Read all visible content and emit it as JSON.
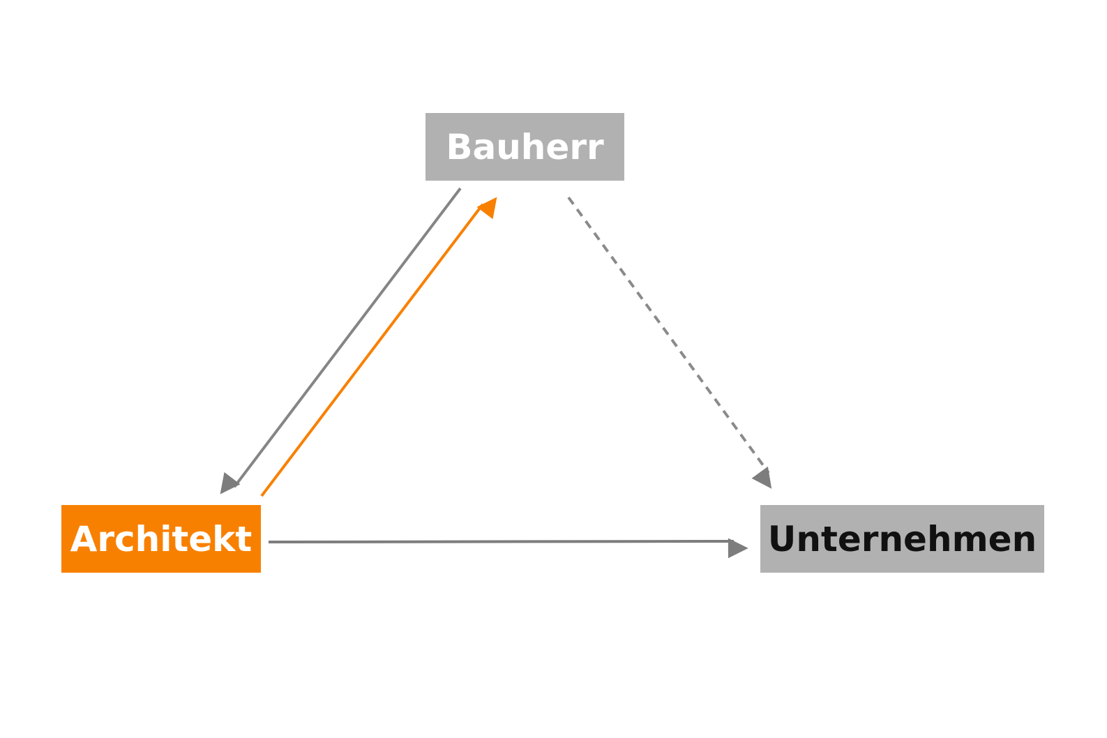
{
  "nodes": {
    "bauherr": "Bauherr",
    "architekt": "Architekt",
    "unternehmen": "Unternehmen"
  },
  "colors": {
    "accent": "#f88000",
    "box_gray": "#b1b1b1",
    "arrow_gray": "#808080"
  },
  "edges": [
    {
      "from": "Bauherr",
      "to": "Architekt",
      "style": "solid",
      "color": "gray"
    },
    {
      "from": "Architekt",
      "to": "Bauherr",
      "style": "solid",
      "color": "orange"
    },
    {
      "from": "Bauherr",
      "to": "Unternehmen",
      "style": "dashed",
      "color": "gray"
    },
    {
      "from": "Architekt",
      "to": "Unternehmen",
      "style": "solid",
      "color": "gray"
    }
  ]
}
